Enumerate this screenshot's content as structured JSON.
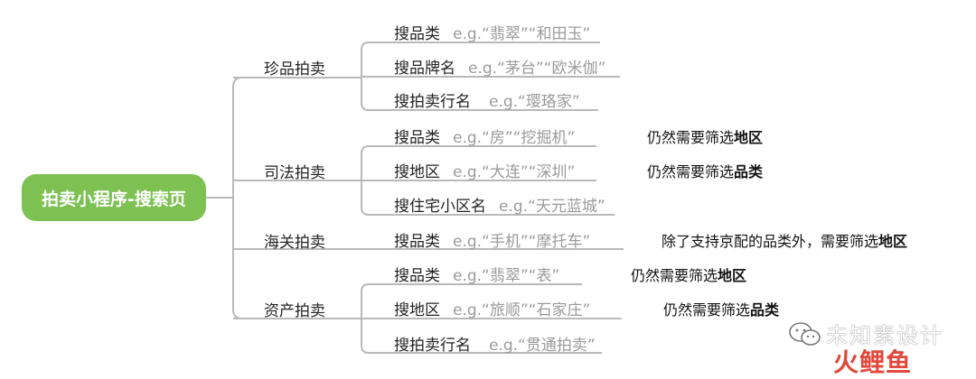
{
  "root": {
    "label": "拍卖小程序-搜索页"
  },
  "categories": [
    {
      "label": "珍品拍卖",
      "items": [
        {
          "label": "搜品类",
          "example": "e.g.“翡翠”“和田玉”"
        },
        {
          "label": "搜品牌名",
          "example": "e.g.“茅台”“欧米伽”"
        },
        {
          "label": "搜拍卖行名",
          "example": "e.g.“璎珞家”"
        }
      ]
    },
    {
      "label": "司法拍卖",
      "items": [
        {
          "label": "搜品类",
          "example": "e.g.“房”“挖掘机”",
          "note": {
            "prefix": "仍然需要筛选",
            "bold": "地区"
          }
        },
        {
          "label": "搜地区",
          "example": "e.g.“大连”“深圳”",
          "note": {
            "prefix": "仍然需要筛选",
            "bold": "品类"
          }
        },
        {
          "label": "搜住宅小区名",
          "example": "e.g.“天元蓝城”"
        }
      ]
    },
    {
      "label": "海关拍卖",
      "items": [
        {
          "label": "搜品类",
          "example": "e.g.“手机”“摩托车”",
          "note": {
            "prefix": "除了支持京配的品类外，需要筛选",
            "bold": "地区"
          }
        }
      ]
    },
    {
      "label": "资产拍卖",
      "items": [
        {
          "label": "搜品类",
          "example": "e.g.“翡翠”“表”",
          "note": {
            "prefix": "仍然需要筛选",
            "bold": "地区"
          }
        },
        {
          "label": "搜地区",
          "example": "e.g.“旅顺”“石家庄”",
          "note": {
            "prefix": "仍然需要筛选",
            "bold": "品类"
          }
        },
        {
          "label": "搜拍卖行名",
          "example": "e.g.“贯通拍卖”"
        }
      ]
    }
  ],
  "watermark": {
    "text": "未知素设计",
    "logo": "火鲤鱼",
    "icon": "wechat-icon"
  },
  "colors": {
    "root": "#7cc152",
    "line": "#b9b9b9",
    "example": "#9a9a9a",
    "logo": "#e0483b"
  }
}
